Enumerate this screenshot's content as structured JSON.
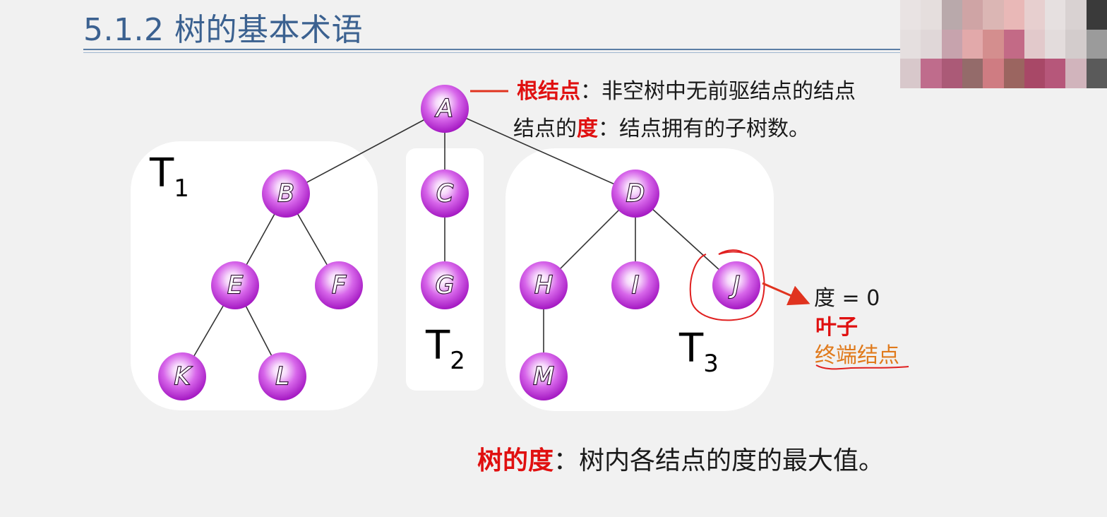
{
  "slide": {
    "title": "5.1.2 树的基本术语"
  },
  "subtrees": [
    {
      "id": "t1",
      "letter": "T",
      "index": "1"
    },
    {
      "id": "t2",
      "letter": "T",
      "index": "2"
    },
    {
      "id": "t3",
      "letter": "T",
      "index": "3"
    }
  ],
  "nodes": [
    "A",
    "B",
    "C",
    "D",
    "E",
    "F",
    "G",
    "H",
    "I",
    "J",
    "K",
    "L",
    "M"
  ],
  "edges": [
    [
      "A",
      "B"
    ],
    [
      "A",
      "C"
    ],
    [
      "A",
      "D"
    ],
    [
      "B",
      "E"
    ],
    [
      "B",
      "F"
    ],
    [
      "E",
      "K"
    ],
    [
      "E",
      "L"
    ],
    [
      "C",
      "G"
    ],
    [
      "D",
      "H"
    ],
    [
      "D",
      "I"
    ],
    [
      "D",
      "J"
    ],
    [
      "H",
      "M"
    ]
  ],
  "definitions": {
    "root": {
      "term": "根结点",
      "sep": "：",
      "text": "非空树中无前驱结点的结点"
    },
    "node_degree": {
      "prefix": "结点的",
      "term": "度",
      "sep": "：",
      "text": "结点拥有的子树数。"
    },
    "tree_degree": {
      "term": "树的度",
      "sep": "：",
      "text": "树内各结点的度的最大值。"
    }
  },
  "leaf_annotation": {
    "degree": "度 = 0",
    "name": "叶子",
    "alt_name": "终端结点"
  },
  "colors": {
    "title": "#3b6190",
    "term_red": "#e01010",
    "term_orange": "#e07a1c",
    "node_fill": "#c43ad8",
    "panel": "#ffffff",
    "background": "#f1f1f1"
  }
}
